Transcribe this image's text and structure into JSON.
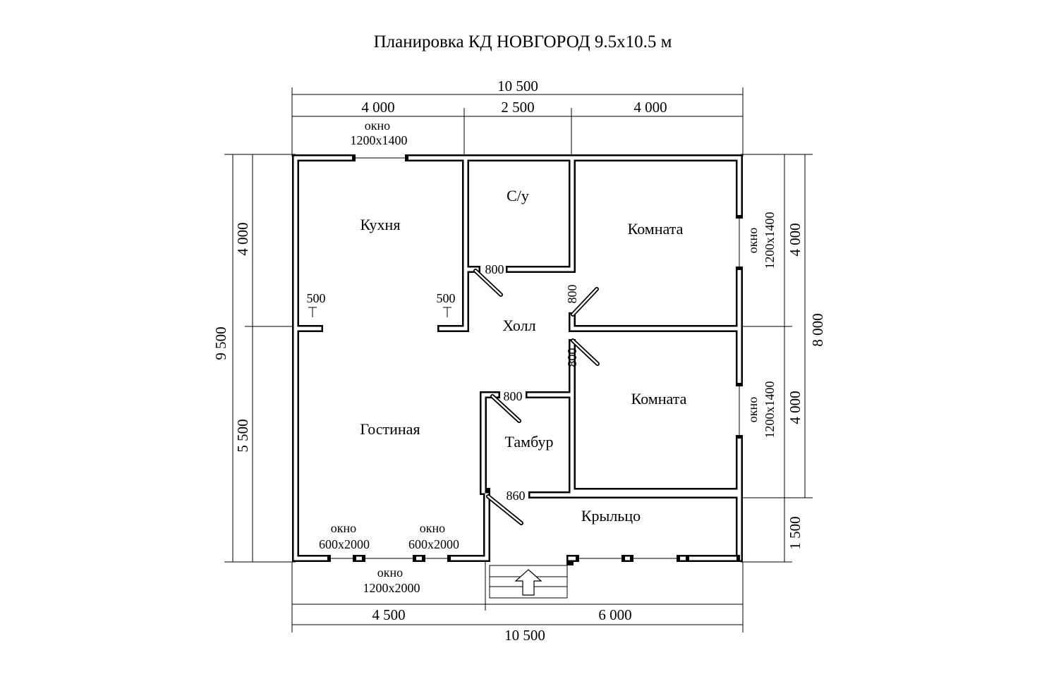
{
  "title": "Планировка КД НОВГОРОД 9.5х10.5 м",
  "dimensions": {
    "top_total": "10 500",
    "top_left": "4 000",
    "top_mid": "2 500",
    "top_right": "4 000",
    "bottom_total": "10 500",
    "bottom_left": "4 500",
    "bottom_right": "6 000",
    "left_total": "9 500",
    "left_upper": "4 000",
    "left_lower": "5 500",
    "right_total": "8 000",
    "right_upper": "4 000",
    "right_middle": "4 000",
    "right_lower": "1 500"
  },
  "rooms": {
    "kitchen": "Кухня",
    "bathroom": "С/у",
    "room1": "Комната",
    "hall": "Холл",
    "room2": "Комната",
    "living": "Гостиная",
    "vestibule": "Тамбур",
    "porch": "Крыльцо"
  },
  "windows": {
    "top_label": "окно",
    "top_size": "1200х1400",
    "right_upper_label": "окно",
    "right_upper_size": "1200х1400",
    "right_lower_label": "окно",
    "right_lower_size": "1200х1400",
    "bottom_left_label": "окно",
    "bottom_left_size": "600х2000",
    "bottom_mid_label": "окно",
    "bottom_mid_size": "600х2000",
    "bottom_center_label": "окно",
    "bottom_center_size": "1200х2000"
  },
  "openings": {
    "kitchen_left": "500",
    "kitchen_right": "500",
    "bath_door": "800",
    "room1_door": "800",
    "room2_door": "800",
    "vestibule_door": "800",
    "entry_door": "860"
  },
  "colors": {
    "line": "#000000",
    "background": "#ffffff"
  }
}
